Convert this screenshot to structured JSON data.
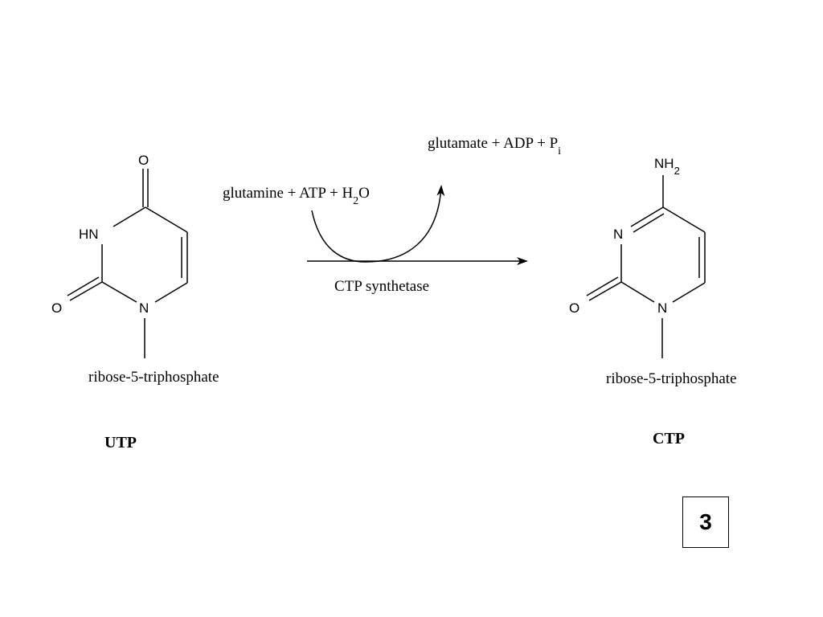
{
  "reaction": {
    "reactants_label": "glutamine + ATP + H",
    "reactants_sub": "2",
    "reactants_tail": "O",
    "products_label": "glutamate + ADP + P",
    "products_sub": "i",
    "enzyme_label": "CTP synthetase"
  },
  "utp": {
    "atom_o_top": "O",
    "atom_hn": "HN",
    "atom_o_left": "O",
    "atom_n": "N",
    "substituent": "ribose-5-triphosphate",
    "name": "UTP"
  },
  "ctp": {
    "atom_nh": "NH",
    "atom_nh_sub": "2",
    "atom_n_ring": "N",
    "atom_o_left": "O",
    "atom_n": "N",
    "substituent": "ribose-5-triphosphate",
    "name": "CTP"
  },
  "page_number": "3"
}
